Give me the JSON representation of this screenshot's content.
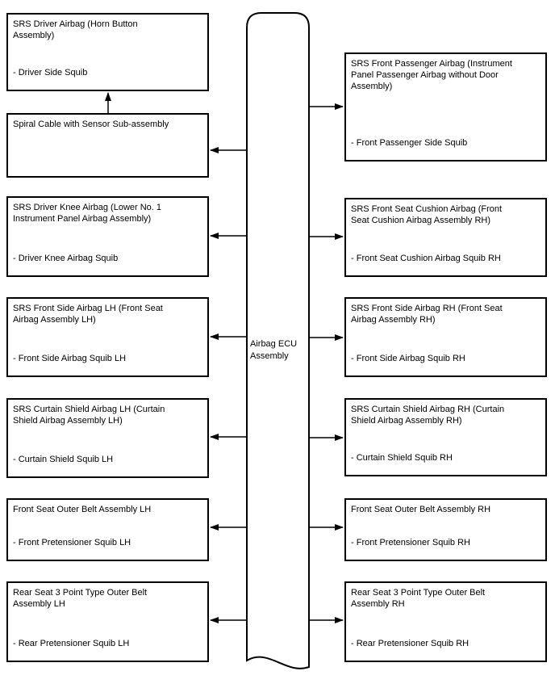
{
  "diagram": {
    "title_hidden": "",
    "line_color": "#000000",
    "background_color": "#ffffff",
    "ecu": {
      "label": "Airbag ECU\nAssembly"
    },
    "left_column": [
      {
        "title": "SRS Driver Airbag (Horn Button\nAssembly)",
        "squib": "- Driver Side Squib"
      },
      {
        "title": "Spiral Cable with Sensor Sub-assembly"
      },
      {
        "title": "SRS Driver Knee Airbag (Lower No. 1\nInstrument Panel Airbag Assembly)",
        "squib": "- Driver Knee Airbag Squib"
      },
      {
        "title": "SRS Front Side Airbag LH (Front Seat\nAirbag Assembly LH)",
        "squib": "- Front Side Airbag Squib LH"
      },
      {
        "title": "SRS Curtain Shield Airbag LH (Curtain\nShield Airbag Assembly LH)",
        "squib": "- Curtain Shield Squib LH"
      },
      {
        "title": "Front Seat Outer Belt Assembly LH",
        "squib": "- Front Pretensioner Squib LH"
      },
      {
        "title": "Rear Seat 3 Point Type Outer Belt\nAssembly LH",
        "squib": "- Rear Pretensioner Squib LH"
      }
    ],
    "right_column": [
      {
        "title": "SRS Front Passenger Airbag (Instrument\nPanel Passenger Airbag without Door\nAssembly)",
        "squib": "- Front Passenger Side Squib"
      },
      {
        "title": "SRS Front Seat Cushion Airbag (Front\nSeat Cushion Airbag Assembly RH)",
        "squib": "- Front Seat Cushion Airbag Squib RH"
      },
      {
        "title": "SRS Front Side Airbag RH (Front Seat\nAirbag Assembly RH)",
        "squib": "- Front Side Airbag Squib RH"
      },
      {
        "title": "SRS Curtain Shield Airbag RH (Curtain\nShield Airbag Assembly RH)",
        "squib": "- Curtain Shield Squib RH"
      },
      {
        "title": "Front Seat Outer Belt Assembly RH",
        "squib": "- Front Pretensioner Squib RH"
      },
      {
        "title": "Rear Seat 3 Point Type Outer Belt\nAssembly RH",
        "squib": "- Rear Pretensioner Squib RH"
      }
    ],
    "connections": [
      {
        "from": "Spiral Cable with Sensor Sub-assembly",
        "to": "SRS Driver Airbag (Horn Button Assembly)"
      },
      {
        "from": "Airbag ECU Assembly",
        "to": "Spiral Cable with Sensor Sub-assembly"
      },
      {
        "from": "Airbag ECU Assembly",
        "to": "SRS Driver Knee Airbag (Lower No. 1 Instrument Panel Airbag Assembly)"
      },
      {
        "from": "Airbag ECU Assembly",
        "to": "SRS Front Side Airbag LH (Front Seat Airbag Assembly LH)"
      },
      {
        "from": "Airbag ECU Assembly",
        "to": "SRS Curtain Shield Airbag LH (Curtain Shield Airbag Assembly LH)"
      },
      {
        "from": "Airbag ECU Assembly",
        "to": "Front Seat Outer Belt Assembly LH"
      },
      {
        "from": "Airbag ECU Assembly",
        "to": "Rear Seat 3 Point Type Outer Belt Assembly LH"
      },
      {
        "from": "Airbag ECU Assembly",
        "to": "SRS Front Passenger Airbag (Instrument Panel Passenger Airbag without Door Assembly)"
      },
      {
        "from": "Airbag ECU Assembly",
        "to": "SRS Front Seat Cushion Airbag (Front Seat Cushion Airbag Assembly RH)"
      },
      {
        "from": "Airbag ECU Assembly",
        "to": "SRS Front Side Airbag RH (Front Seat Airbag Assembly RH)"
      },
      {
        "from": "Airbag ECU Assembly",
        "to": "SRS Curtain Shield Airbag RH (Curtain Shield Airbag Assembly RH)"
      },
      {
        "from": "Airbag ECU Assembly",
        "to": "Front Seat Outer Belt Assembly RH"
      },
      {
        "from": "Airbag ECU Assembly",
        "to": "Rear Seat 3 Point Type Outer Belt Assembly RH"
      }
    ]
  }
}
